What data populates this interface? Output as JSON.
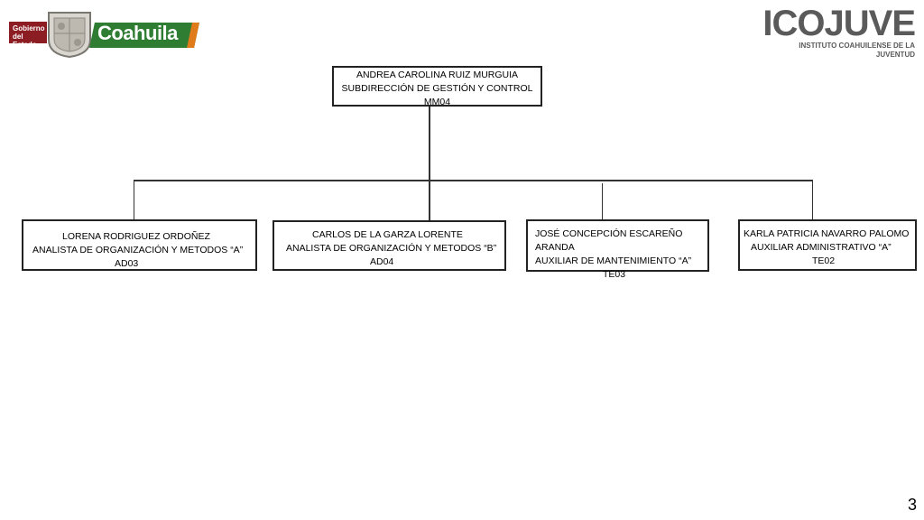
{
  "header": {
    "left_logo": {
      "gobierno": "Gobierno",
      "del_estado": "del Estado",
      "state_name": "Coahuila"
    },
    "right_logo": {
      "title": "ICOJUVE",
      "subtitle": "INSTITUTO COAHUILENSE DE LA JUVENTUD"
    }
  },
  "org": {
    "top": {
      "name": "ANDREA CAROLINA RUIZ MURGUIA",
      "position": "SUBDIRECCIÓN DE GESTIÓN Y CONTROL",
      "code": "MM04"
    },
    "children": [
      {
        "name": "LORENA RODRIGUEZ ORDOÑEZ",
        "position": "ANALISTA DE ORGANIZACIÓN Y METODOS “A”",
        "code": "AD03"
      },
      {
        "name": "CARLOS DE LA GARZA LORENTE",
        "position": "ANALISTA DE ORGANIZACIÓN Y METODOS “B”",
        "code": "AD04"
      },
      {
        "name": "JOSÉ CONCEPCIÓN ESCAREÑO ARANDA",
        "position": "AUXILIAR DE MANTENIMIENTO “A”",
        "code": "TE03"
      },
      {
        "name": "KARLA PATRICIA NAVARRO PALOMO",
        "position": "AUXILIAR ADMINISTRATIVO “A”",
        "code": "TE02"
      }
    ]
  },
  "page_number": "3",
  "colors": {
    "gobierno_red": "#8c1d23",
    "coahuila_green": "#2e7d32",
    "accent_orange": "#e07b1c",
    "icojuve_gray": "#5a5a5a"
  }
}
